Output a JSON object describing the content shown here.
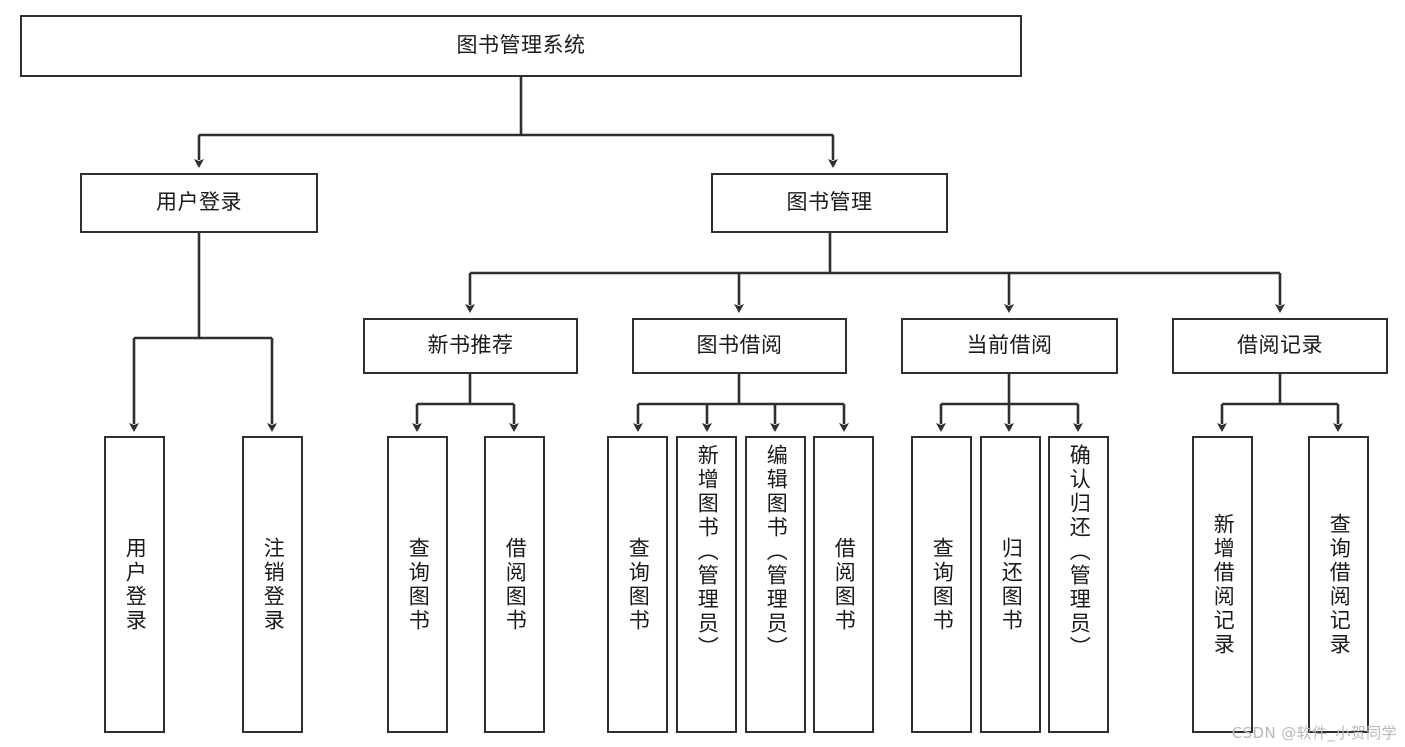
{
  "diagram": {
    "title": "图书管理系统",
    "type": "tree",
    "colors": {
      "box_border": "#2f2f2f",
      "box_fill": "#ffffff",
      "connector": "#2f2f2f",
      "text": "#1a1a1a",
      "watermark": "#b9b9b9",
      "background": "#ffffff"
    },
    "root": {
      "label": "图书管理系统"
    },
    "level2": [
      {
        "label": "用户登录"
      },
      {
        "label": "图书管理"
      }
    ],
    "level3": [
      {
        "label": "新书推荐"
      },
      {
        "label": "图书借阅"
      },
      {
        "label": "当前借阅"
      },
      {
        "label": "借阅记录"
      }
    ],
    "leaves": {
      "user_login": [
        {
          "label": "用户登录"
        },
        {
          "label": "注销登录"
        }
      ],
      "new_book_recommend": [
        {
          "label": "查询图书"
        },
        {
          "label": "借阅图书"
        }
      ],
      "book_borrow": [
        {
          "label": "查询图书"
        },
        {
          "label": "新增图书（管理员）"
        },
        {
          "label": "编辑图书（管理员）"
        },
        {
          "label": "借阅图书"
        }
      ],
      "current_borrow": [
        {
          "label": "查询图书"
        },
        {
          "label": "归还图书"
        },
        {
          "label": "确认归还（管理员）"
        }
      ],
      "borrow_record": [
        {
          "label": "新增借阅记录"
        },
        {
          "label": "查询借阅记录"
        }
      ]
    }
  },
  "watermark": {
    "text": "CSDN @软件_小贺同学"
  }
}
